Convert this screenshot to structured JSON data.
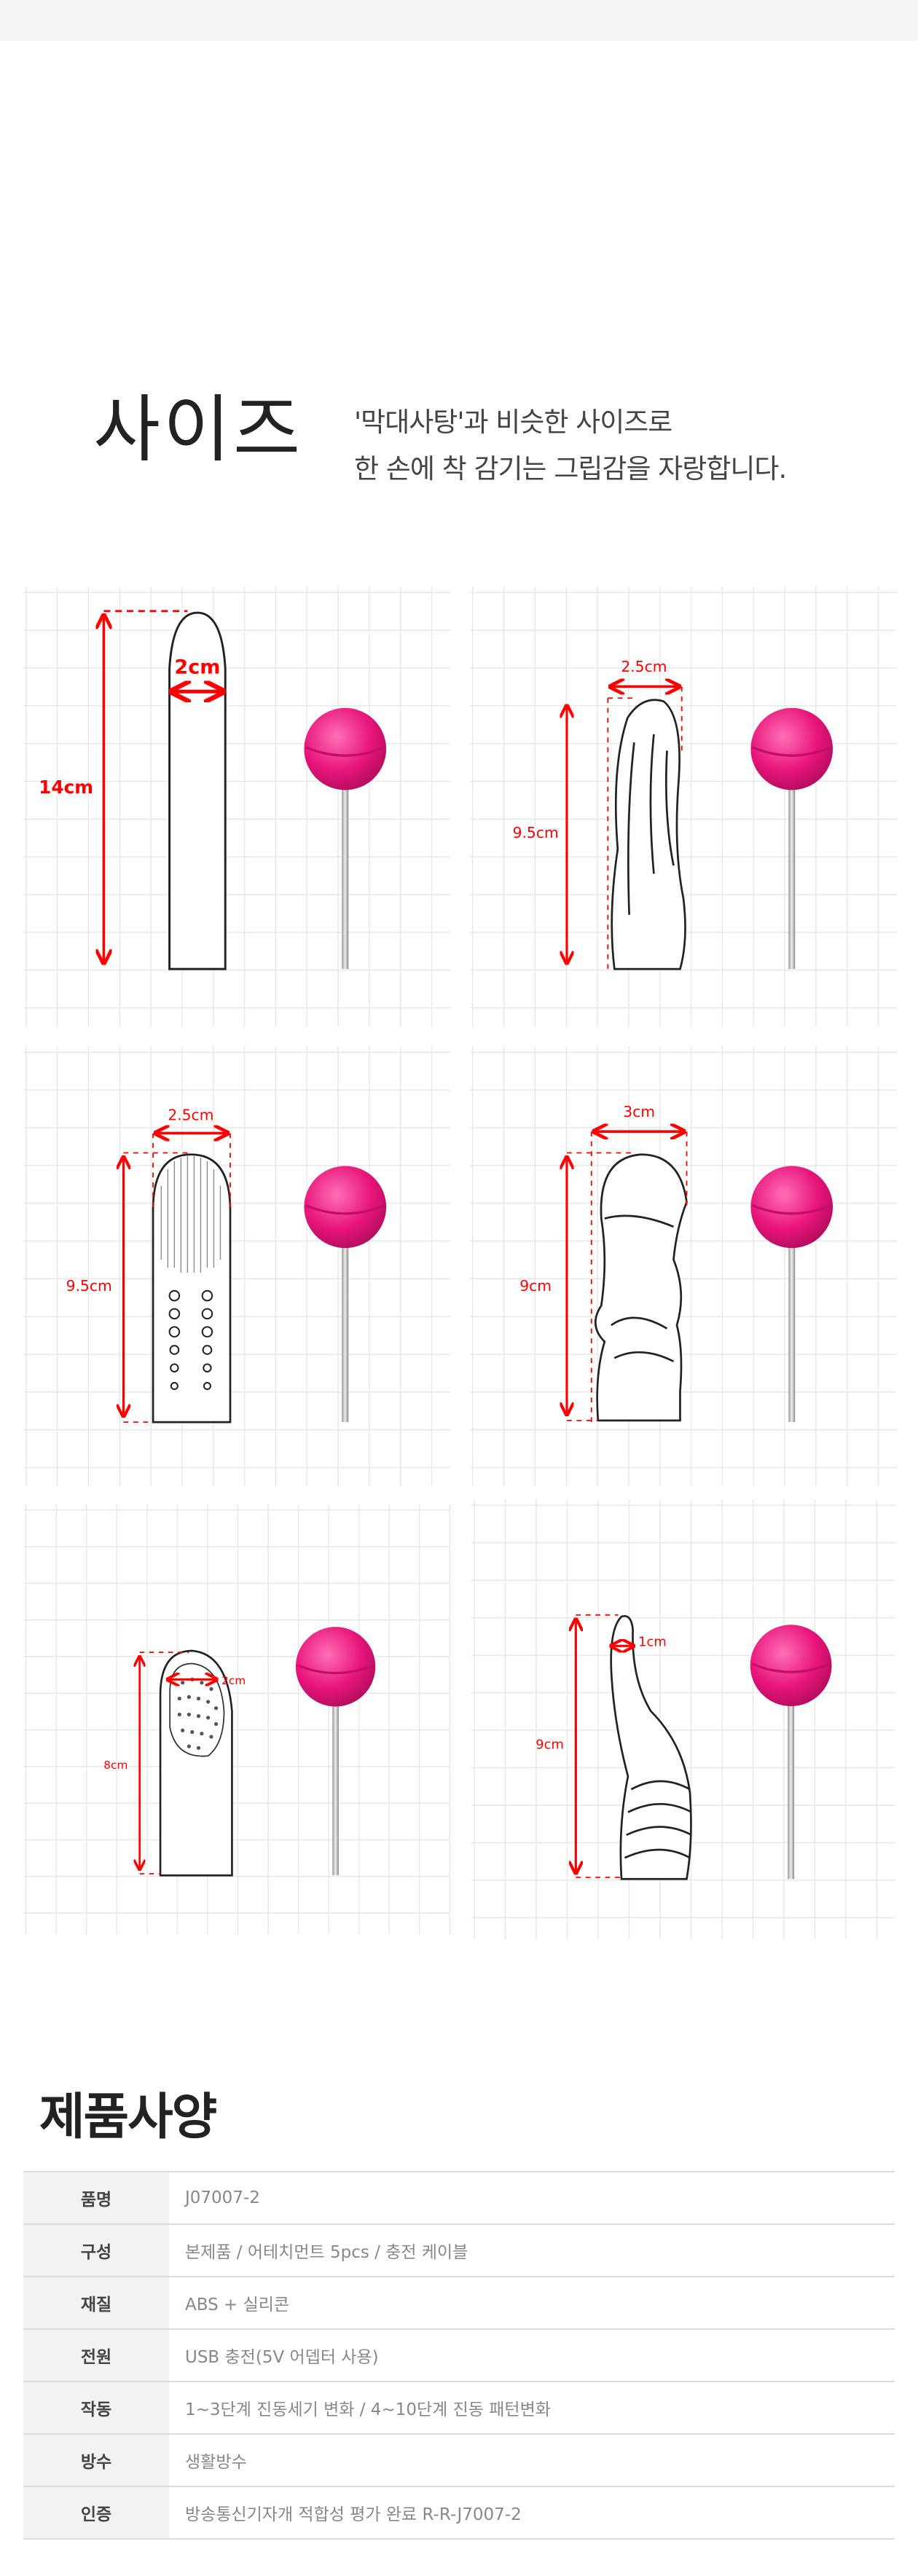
{
  "size_section": {
    "title": "사이즈",
    "subtitle_line1": "'막대사탕'과 비슷한 사이즈로",
    "subtitle_line2": "한 손에 착 감기는 그립감을 자랑합니다."
  },
  "panels": [
    {
      "width_label": "2cm",
      "height_label": "14cm"
    },
    {
      "width_label": "2.5cm",
      "height_label": "9.5cm"
    },
    {
      "width_label": "2.5cm",
      "height_label": "9.5cm"
    },
    {
      "width_label": "3cm",
      "height_label": "9cm"
    },
    {
      "width_label": "2cm",
      "height_label": "8cm"
    },
    {
      "width_label": "1cm",
      "height_label": "9cm"
    }
  ],
  "colors": {
    "measure": "#ff0000",
    "lollipop": "#e8157a",
    "grid": "#e6e6e6"
  },
  "spec": {
    "title": "제품사양",
    "rows": [
      {
        "label": "품명",
        "value": "J07007-2"
      },
      {
        "label": "구성",
        "value": "본제품 / 어테치먼트 5pcs / 충전 케이블"
      },
      {
        "label": "재질",
        "value": "ABS + 실리콘"
      },
      {
        "label": "전원",
        "value": "USB 충전(5V 어뎁터 사용)"
      },
      {
        "label": "작동",
        "value": "1~3단계 진동세기 변화 / 4~10단계 진동 패턴변화"
      },
      {
        "label": "방수",
        "value": "생활방수"
      },
      {
        "label": "인증",
        "value": "방송통신기자개 적합성 평가 완료 R-R-J7007-2"
      }
    ]
  }
}
